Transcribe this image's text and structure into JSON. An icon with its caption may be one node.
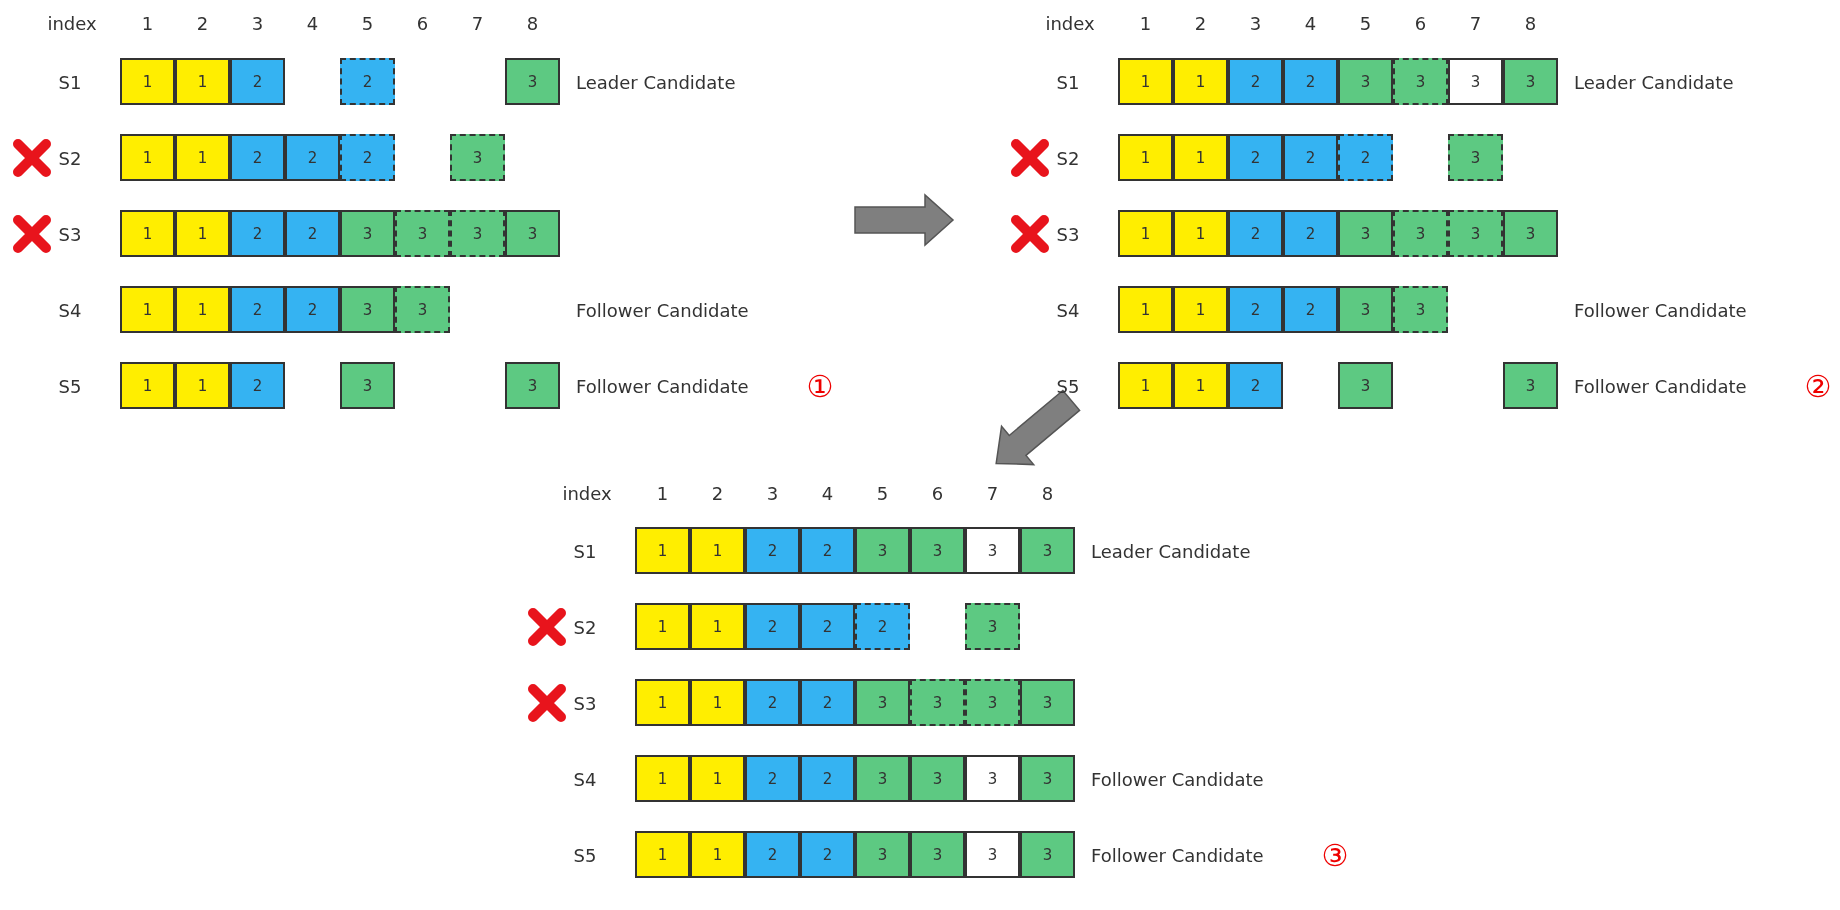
{
  "diagram": {
    "nodes": [
      {
        "text": [
          "1"
        ]
      },
      {
        "text": [
          "1"
        ]
      },
      {
        "text": [
          "2"
        ]
      },
      {
        "text": [
          "2"
        ]
      },
      {
        "text": [
          "3"
        ]
      },
      {
        "text": [
          "1"
        ]
      },
      {
        "text": [
          "1"
        ]
      },
      {
        "text": [
          "2"
        ]
      },
      {
        "text": [
          "2"
        ]
      },
      {
        "text": [
          "2"
        ]
      },
      {
        "text": [
          "3"
        ]
      },
      {
        "text": [
          "1"
        ]
      },
      {
        "text": [
          "1"
        ]
      },
      {
        "text": [
          "2"
        ]
      },
      {
        "text": [
          "2"
        ]
      },
      {
        "text": [
          "3"
        ]
      },
      {
        "text": [
          "3"
        ]
      },
      {
        "text": [
          "3"
        ]
      },
      {
        "text": [
          "3"
        ]
      },
      {
        "text": [
          "1"
        ]
      },
      {
        "text": [
          "1"
        ]
      },
      {
        "text": [
          "2"
        ]
      },
      {
        "text": [
          "2"
        ]
      },
      {
        "text": [
          "3"
        ]
      },
      {
        "text": [
          "3"
        ]
      },
      {
        "text": [
          "1"
        ]
      },
      {
        "text": [
          "1"
        ]
      },
      {
        "text": [
          "2"
        ]
      },
      {
        "text": [
          "3"
        ]
      },
      {
        "text": [
          "3"
        ]
      },
      {
        "text": [
          "1"
        ]
      },
      {
        "text": [
          "1"
        ]
      },
      {
        "text": [
          "2"
        ]
      },
      {
        "text": [
          "2"
        ]
      },
      {
        "text": [
          "3"
        ]
      },
      {
        "text": [
          "3"
        ]
      },
      {
        "text": [
          "3"
        ]
      },
      {
        "text": [
          "3"
        ]
      },
      {
        "text": [
          "1"
        ]
      },
      {
        "text": [
          "1"
        ]
      },
      {
        "text": [
          "2"
        ]
      },
      {
        "text": [
          "2"
        ]
      },
      {
        "text": [
          "2"
        ]
      },
      {
        "text": [
          "3"
        ]
      },
      {
        "text": [
          "1"
        ]
      },
      {
        "text": [
          "1"
        ]
      },
      {
        "text": [
          "2"
        ]
      },
      {
        "text": [
          "2"
        ]
      },
      {
        "text": [
          "3"
        ]
      },
      {
        "text": [
          "3"
        ]
      },
      {
        "text": [
          "3"
        ]
      },
      {
        "text": [
          "3"
        ]
      },
      {
        "text": [
          "1"
        ]
      },
      {
        "text": [
          "1"
        ]
      },
      {
        "text": [
          "2"
        ]
      },
      {
        "text": [
          "2"
        ]
      },
      {
        "text": [
          "3"
        ]
      },
      {
        "text": [
          "3"
        ]
      },
      {
        "text": [
          "1"
        ]
      },
      {
        "text": [
          "1"
        ]
      },
      {
        "text": [
          "2"
        ]
      },
      {
        "text": [
          "3"
        ]
      },
      {
        "text": [
          "3"
        ]
      },
      {
        "text": [
          "1"
        ]
      },
      {
        "text": [
          "1"
        ]
      },
      {
        "text": [
          "2"
        ]
      },
      {
        "text": [
          "2"
        ]
      },
      {
        "text": [
          "3"
        ]
      },
      {
        "text": [
          "3"
        ]
      },
      {
        "text": [
          "3"
        ]
      },
      {
        "text": [
          "3"
        ]
      },
      {
        "text": [
          "1"
        ]
      },
      {
        "text": [
          "1"
        ]
      },
      {
        "text": [
          "2"
        ]
      },
      {
        "text": [
          "2"
        ]
      },
      {
        "text": [
          "2"
        ]
      },
      {
        "text": [
          "3"
        ]
      },
      {
        "text": [
          "1"
        ]
      },
      {
        "text": [
          "1"
        ]
      },
      {
        "text": [
          "2"
        ]
      },
      {
        "text": [
          "2"
        ]
      },
      {
        "text": [
          "3"
        ]
      },
      {
        "text": [
          "3"
        ]
      },
      {
        "text": [
          "3"
        ]
      },
      {
        "text": [
          "3"
        ]
      },
      {
        "text": [
          "1"
        ]
      },
      {
        "text": [
          "1"
        ]
      },
      {
        "text": [
          "2"
        ]
      },
      {
        "text": [
          "2"
        ]
      },
      {
        "text": [
          "3"
        ]
      },
      {
        "text": [
          "3"
        ]
      },
      {
        "text": [
          "3"
        ]
      },
      {
        "text": [
          "3"
        ]
      },
      {
        "text": [
          "1"
        ]
      },
      {
        "text": [
          "1"
        ]
      },
      {
        "text": [
          "2"
        ]
      },
      {
        "text": [
          "2"
        ]
      },
      {
        "text": [
          "3"
        ]
      },
      {
        "text": [
          "3"
        ]
      },
      {
        "text": [
          "3"
        ]
      },
      {
        "text": [
          "3"
        ]
      }
    ],
    "labels": [
      "index",
      "1",
      "2",
      "3",
      "4",
      "5",
      "6",
      "7",
      "8",
      "S1",
      "Leader Candidate",
      "S2",
      "S3",
      "S4",
      "Follower Candidate",
      "S5",
      "Follower Candidate",
      "①",
      "index",
      "1",
      "2",
      "3",
      "4",
      "5",
      "6",
      "7",
      "8",
      "S1",
      "Leader Candidate",
      "S2",
      "S3",
      "S4",
      "Follower Candidate",
      "S5",
      "Follower Candidate",
      "②",
      "index",
      "1",
      "2",
      "3",
      "4",
      "5",
      "6",
      "7",
      "8",
      "S1",
      "Leader Candidate",
      "S2",
      "S3",
      "S4",
      "Follower Candidate",
      "S5",
      "Follower Candidate",
      "③"
    ]
  }
}
